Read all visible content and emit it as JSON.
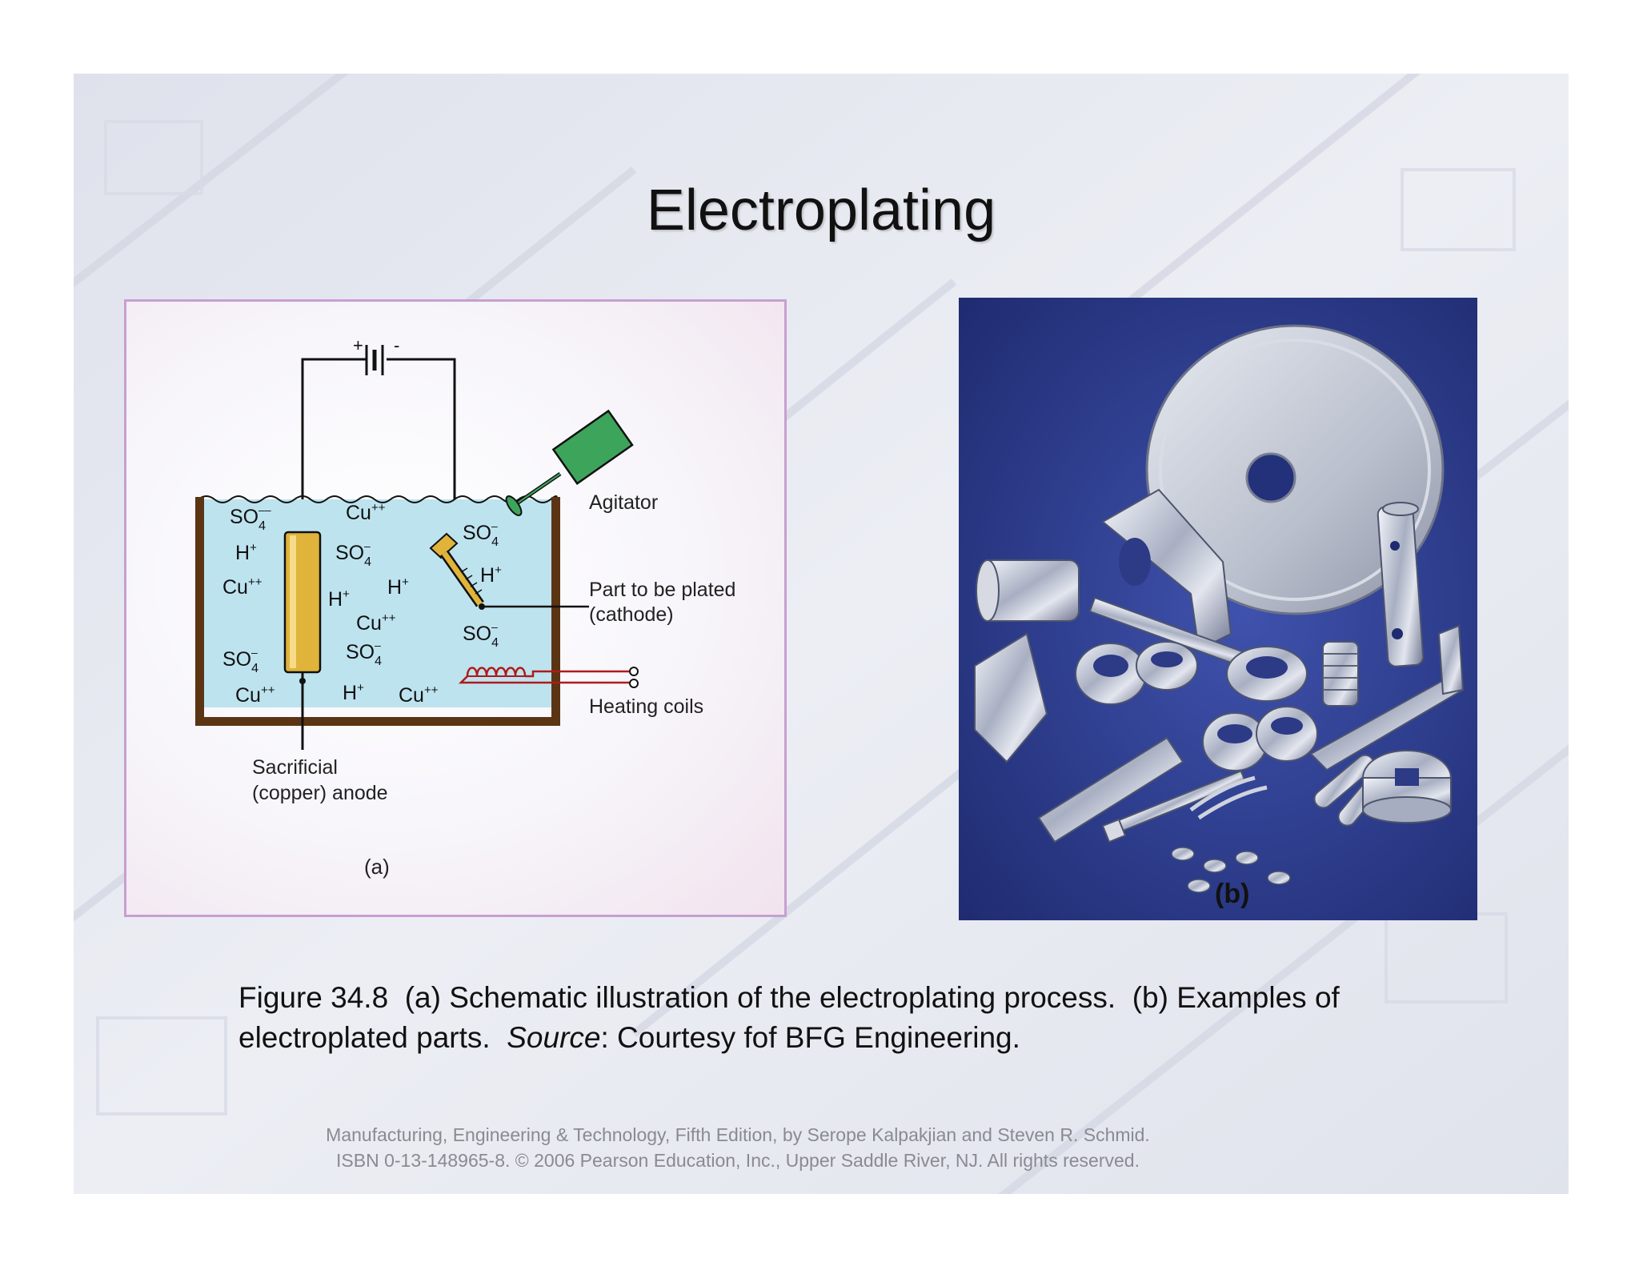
{
  "slide": {
    "title": "Electroplating",
    "caption": {
      "figure_number": "Figure 34.8",
      "part_a_text": "(a)  Schematic illustration of the electroplating process.",
      "part_b_text": "(b) Examples of electroplated parts.",
      "source_label": "Source",
      "source_text": ":  Courtesy fof BFG Engineering."
    },
    "footer": {
      "line1": "Manufacturing, Engineering & Technology, Fifth Edition, by Serope Kalpakjian and Steven R. Schmid.",
      "line2": "ISBN 0-13-148965-8. © 2006 Pearson Education, Inc., Upper Saddle River, NJ.  All rights reserved."
    }
  },
  "diagram": {
    "panel_label": "(a)",
    "battery_plus": "+",
    "battery_minus": "-",
    "labels": {
      "agitator": "Agitator",
      "part_line1": "Part to be plated",
      "part_line2": "(cathode)",
      "heating_coils": "Heating coils",
      "anode_line1": "Sacrificial",
      "anode_line2": "(copper) anode"
    },
    "ions": {
      "so4": "SO",
      "so4_sub": "4",
      "h": "H",
      "cu": "Cu",
      "plus": "+",
      "plusplus": "++",
      "minus": "–",
      "minusminus": "––"
    }
  },
  "photo": {
    "panel_label": "(b)"
  },
  "colors": {
    "slide_background": "#e4e6ee",
    "liquid": "#bde3ef",
    "tank": "#5b3413",
    "anode_gold": "#e0b43a",
    "agitator_green": "#3da55b",
    "heating_coil": "#b01a1a",
    "photo_background": "#2b3a8c",
    "panel_a_border": "#c79fd0"
  }
}
